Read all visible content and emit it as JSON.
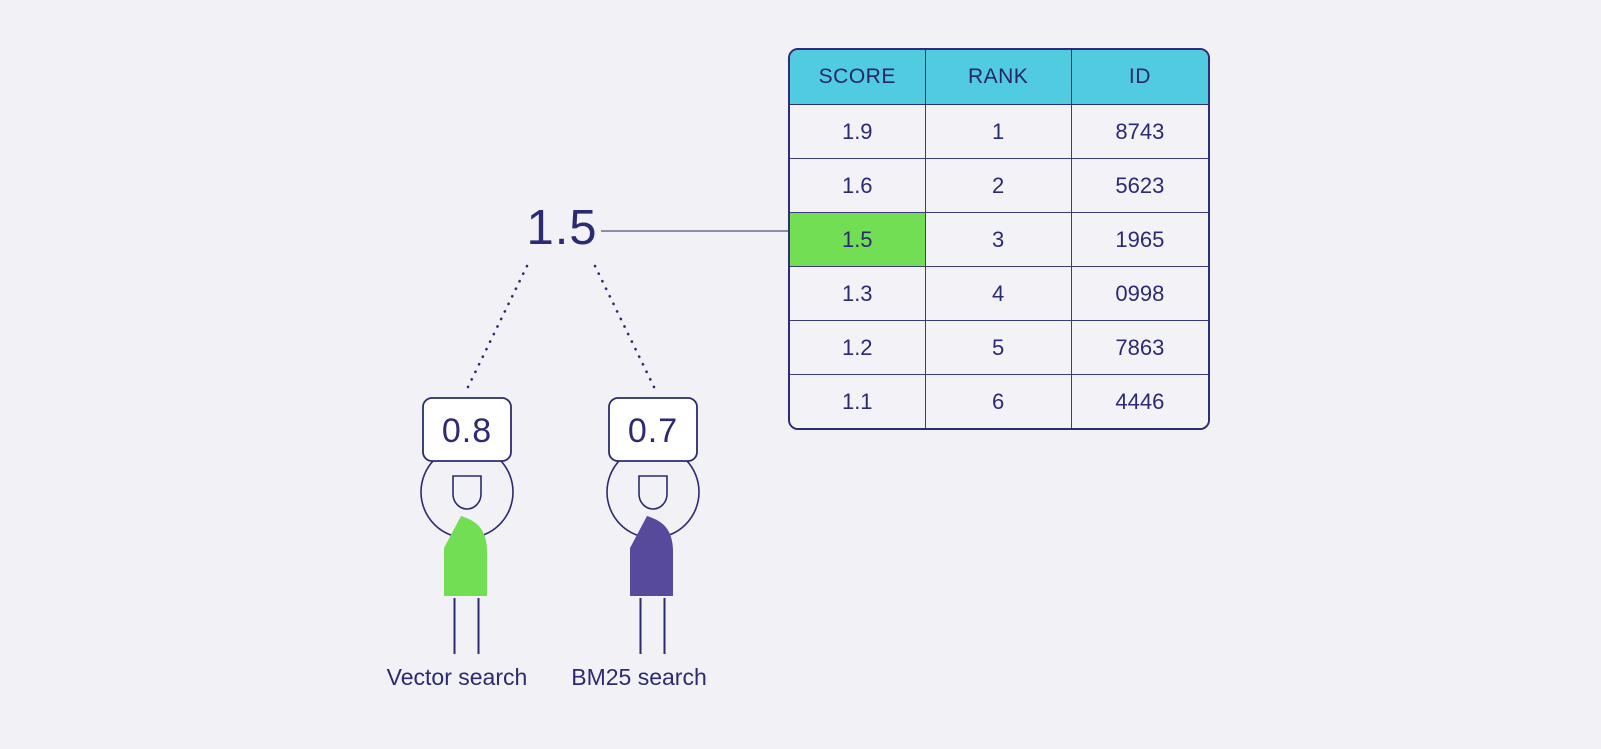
{
  "colors": {
    "background": "#f2f1f5",
    "navy": "#2b2a72",
    "table_header": "#50cbdf",
    "highlight_green": "#71de53",
    "vector_green": "#71de53",
    "bm25_purple": "#574a9d",
    "connector_line": "#8d8bac",
    "sign_white": "#ffffff"
  },
  "fusion": {
    "combined_score": "1.5"
  },
  "table": {
    "headers": [
      "SCORE",
      "RANK",
      "ID"
    ],
    "rows": [
      [
        "1.9",
        "1",
        "8743"
      ],
      [
        "1.6",
        "2",
        "5623"
      ],
      [
        "1.5",
        "3",
        "1965"
      ],
      [
        "1.3",
        "4",
        "0998"
      ],
      [
        "1.2",
        "5",
        "7863"
      ],
      [
        "1.1",
        "6",
        "4446"
      ]
    ],
    "highlighted_row_index": 2,
    "highlighted_cell": "1.5"
  },
  "searchers": [
    {
      "score": "0.8",
      "label": "Vector search",
      "color": "#71de53"
    },
    {
      "score": "0.7",
      "label": "BM25 search",
      "color": "#574a9d"
    }
  ]
}
